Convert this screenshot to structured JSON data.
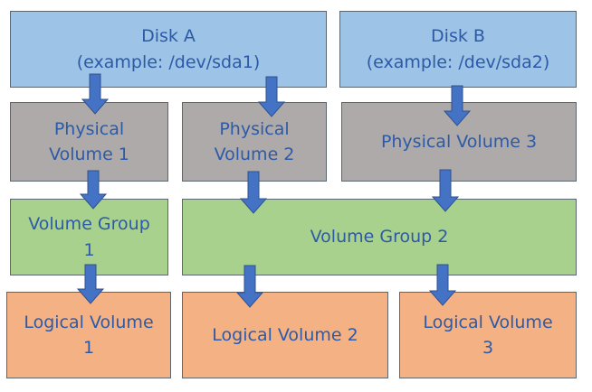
{
  "disks": [
    {
      "line1": "Disk A",
      "line2": "(example: /dev/sda1)"
    },
    {
      "line1": "Disk B",
      "line2": "(example: /dev/sda2)"
    }
  ],
  "physical_volumes": [
    "Physical\nVolume 1",
    "Physical\nVolume 2",
    "Physical Volume 3"
  ],
  "volume_groups": [
    "Volume Group\n1",
    "Volume Group 2"
  ],
  "logical_volumes": [
    "Logical Volume\n1",
    "Logical Volume 2",
    "Logical Volume\n3"
  ],
  "colors": {
    "disk": "#9dc3e6",
    "physical_volume": "#aeaaaa",
    "volume_group": "#a9d18e",
    "logical_volume": "#f4b183",
    "text": "#2d5aa7",
    "arrow": "#4472c4"
  }
}
